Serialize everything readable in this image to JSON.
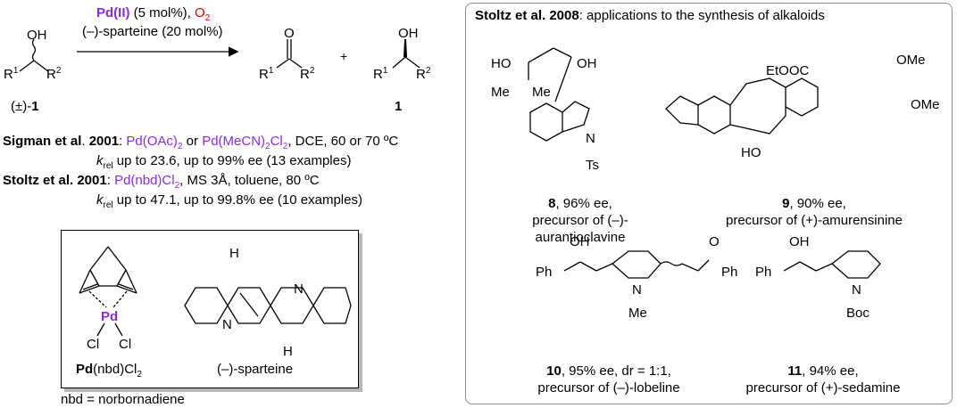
{
  "reaction": {
    "catalyst": "Pd(II)",
    "catalyst_loading": "(5 mol%), ",
    "oxidant": "O2",
    "ligand": "(–)-sparteine (20 mol%)",
    "substrate_label_prefix": "(±)-",
    "substrate_label_num": "1",
    "product_label": "1",
    "plus": "+",
    "oh": "OH",
    "o": "O",
    "r1": "R1",
    "r2": "R2"
  },
  "conditions": [
    {
      "author": "Sigman et al",
      "dot": ".",
      "year": " 2001",
      "colon": ": ",
      "cat1": "Pd(OAc)2",
      "or": " or ",
      "cat2": "Pd(MeCN)2Cl2",
      "rest": ", DCE, 60 or 70 ºC",
      "line2": "krel up to 23.6, up to 99% ee (13 examples)"
    },
    {
      "author": "Stoltz et al. 2001",
      "colon": ":   ",
      "cat1": "Pd(nbd)Cl2",
      "rest": ", MS 3Å, toluene, 80 ºC",
      "line2": "krel up to 47.1, up to 99.8% ee (10 examples)"
    }
  ],
  "box": {
    "pd_label": "Pd",
    "cl": "Cl",
    "pd_complex_name": "Pd(nbd)Cl2",
    "sparteine_name": "(–)-sparteine",
    "h": "H",
    "n": "N"
  },
  "footnote": "nbd = norbornadiene",
  "panel": {
    "title_bold": "Stoltz et al. 2008",
    "title_rest": ": applications to the synthesis of alkaloids",
    "compounds": [
      {
        "num": "8",
        "ee": ", 96% ee,",
        "line2": "precursor of (–)-aurantioclavine"
      },
      {
        "num": "9",
        "ee": ", 90% ee,",
        "line2": "precursor of (+)-amurensinine"
      },
      {
        "num": "10",
        "ee": ", 95% ee, dr = 1:1,",
        "line2": "precursor of (–)-lobeline"
      },
      {
        "num": "11",
        "ee": ", 94% ee,",
        "line2": "precursor of (+)-sedamine"
      }
    ],
    "labels": {
      "ho": "HO",
      "oh": "OH",
      "me": "Me",
      "n": "N",
      "ts": "Ts",
      "etooc": "EtOOC",
      "ome": "OMe",
      "ph": "Ph",
      "o": "O",
      "boc": "Boc"
    }
  },
  "colors": {
    "accent_purple": "#8a2be2",
    "oxidant_red": "#e00000",
    "border": "#8c8c8c"
  }
}
